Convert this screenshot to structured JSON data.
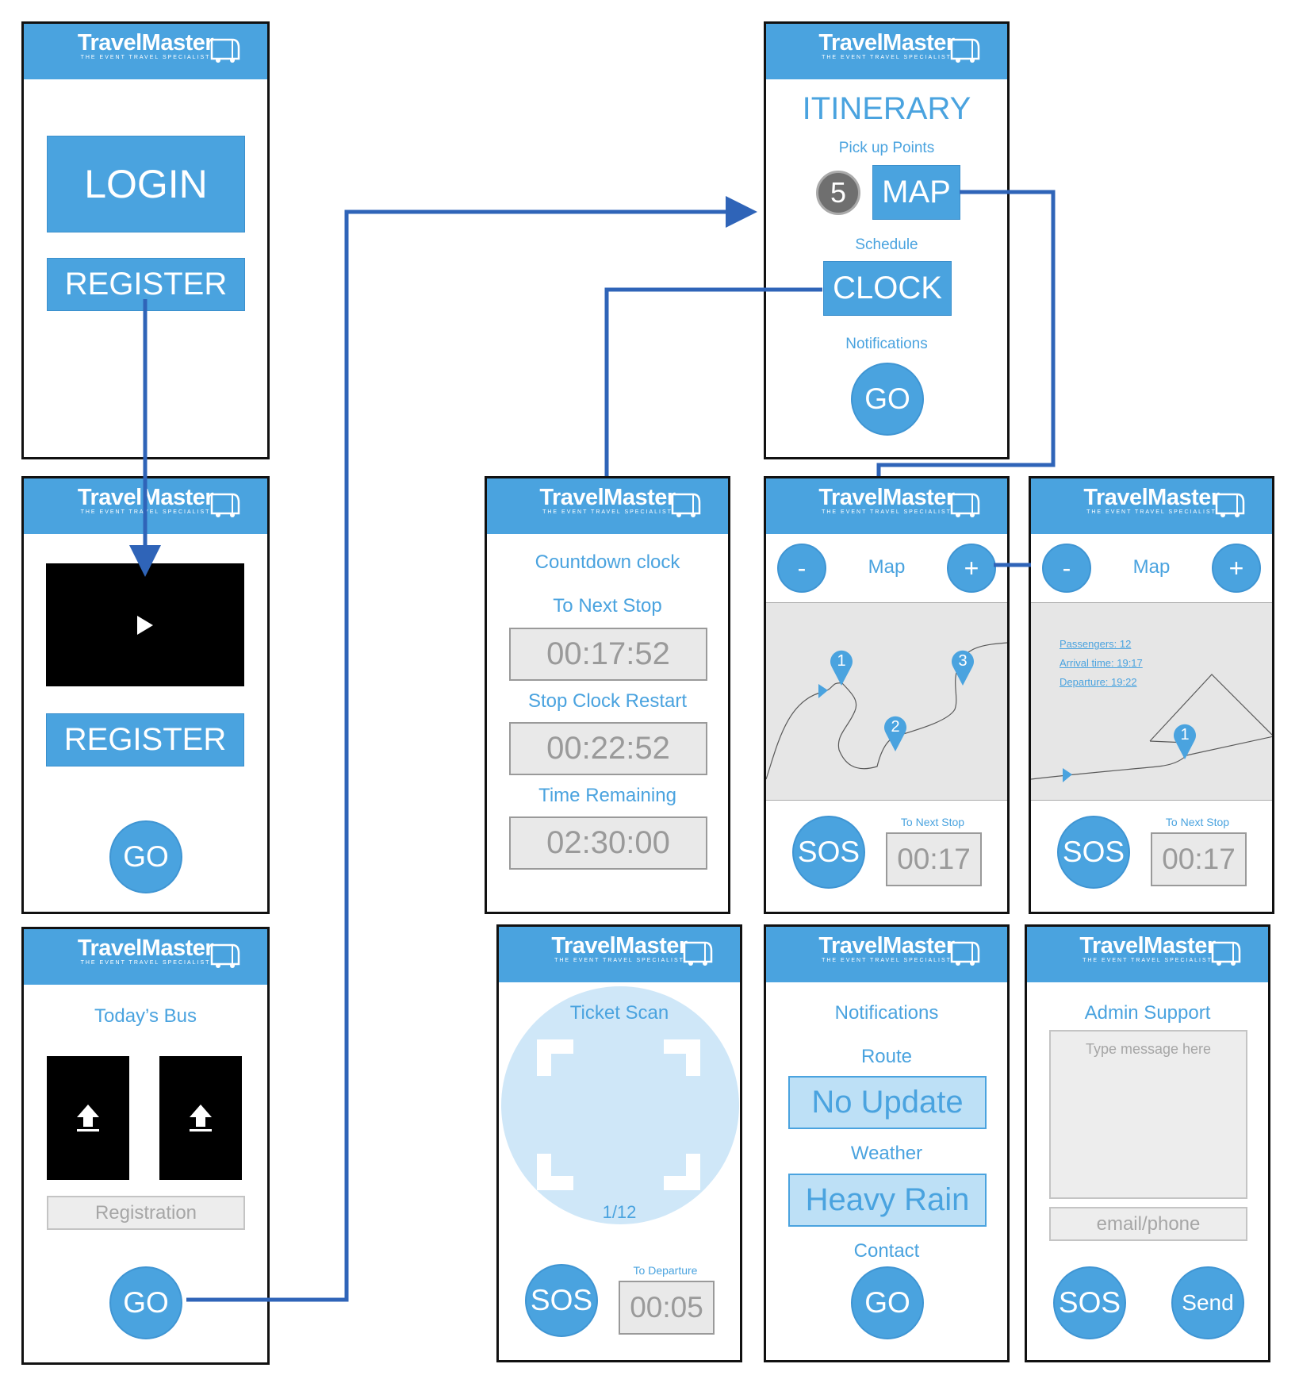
{
  "brand": {
    "name": "TravelMaster",
    "tagline": "THE EVENT TRAVEL SPECIALIST"
  },
  "colors": {
    "accent": "#4aa3df",
    "connector": "#2f64b8",
    "frame": "#111111",
    "field_bg": "#e9e9e9",
    "light_fill": "#bde0f6"
  },
  "login": {
    "login_label": "LOGIN",
    "register_label": "REGISTER"
  },
  "video": {
    "play_icon": "play-icon",
    "register_label": "REGISTER",
    "go_label": "GO"
  },
  "bus": {
    "title": "Today’s Bus",
    "upload_icon": "upload-icon",
    "registration_placeholder": "Registration",
    "go_label": "GO"
  },
  "itinerary": {
    "title": "ITINERARY",
    "pickup_label": "Pick up Points",
    "pickup_count": "5",
    "map_label": "MAP",
    "schedule_label": "Schedule",
    "clock_label": "CLOCK",
    "notifications_label": "Notifications",
    "go_label": "GO"
  },
  "countdown": {
    "title": "Countdown clock",
    "next_stop_label": "To Next Stop",
    "next_stop_value": "00:17:52",
    "restart_label": "Stop Clock Restart",
    "restart_value": "00:22:52",
    "remaining_label": "Time Remaining",
    "remaining_value": "02:30:00"
  },
  "map1": {
    "title": "Map",
    "minus": "-",
    "plus": "+",
    "pins": [
      "1",
      "2",
      "3"
    ],
    "sos_label": "SOS",
    "next_label": "To Next Stop",
    "next_value": "00:17"
  },
  "map2": {
    "title": "Map",
    "minus": "-",
    "plus": "+",
    "passengers": "Passengers: 12",
    "arrival": "Arrival time:  19:17",
    "departure": "Departure:    19:22",
    "pin": "1",
    "sos_label": "SOS",
    "next_label": "To Next Stop",
    "next_value": "00:17"
  },
  "ticket": {
    "title": "Ticket Scan",
    "count": "1/12",
    "sos_label": "SOS",
    "departure_label": "To Departure",
    "departure_value": "00:05"
  },
  "notifications": {
    "title": "Notifications",
    "route_label": "Route",
    "route_value": "No Update",
    "weather_label": "Weather",
    "weather_value": "Heavy Rain",
    "contact_label": "Contact",
    "go_label": "GO"
  },
  "admin": {
    "title": "Admin Support",
    "message_placeholder": "Type message here",
    "contact_placeholder": "email/phone",
    "sos_label": "SOS",
    "send_label": "Send"
  }
}
